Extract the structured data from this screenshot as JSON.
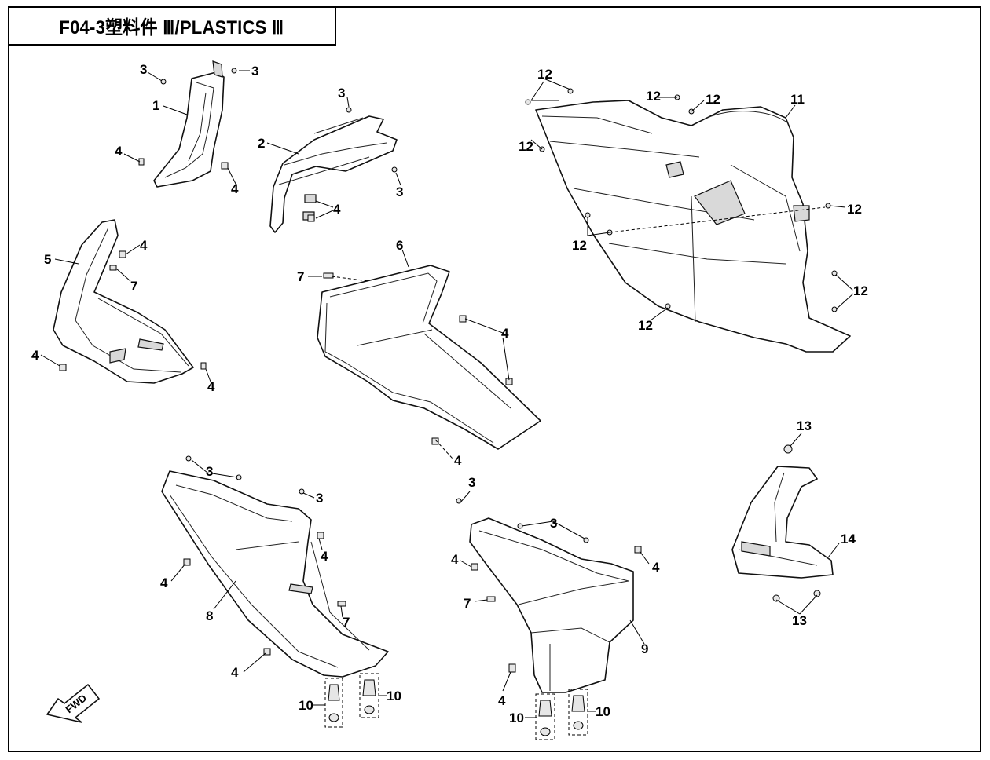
{
  "header": {
    "title": "F04-3塑料件 Ⅲ/PLASTICS Ⅲ"
  },
  "direction_marker": {
    "label": "FWD"
  },
  "callouts": {
    "c1": "1",
    "c2": "2",
    "c3a": "3",
    "c3b": "3",
    "c3c": "3",
    "c3d": "3",
    "c3e": "3",
    "c3f": "3",
    "c3g": "3",
    "c3h": "3",
    "c4a": "4",
    "c4b": "4",
    "c4c": "4",
    "c4d": "4",
    "c4e": "4",
    "c4f": "4",
    "c4g": "4",
    "c4h": "4",
    "c4i": "4",
    "c4j": "4",
    "c4k": "4",
    "c4l": "4",
    "c4m": "4",
    "c4n": "4",
    "c5": "5",
    "c6": "6",
    "c7a": "7",
    "c7b": "7",
    "c7c": "7",
    "c7d": "7",
    "c8": "8",
    "c9": "9",
    "c10a": "10",
    "c10b": "10",
    "c10c": "10",
    "c10d": "10",
    "c11": "11",
    "c12a": "12",
    "c12b": "12",
    "c12c": "12",
    "c12d": "12",
    "c12e": "12",
    "c12f": "12",
    "c12g": "12",
    "c12h": "12",
    "c13a": "13",
    "c13b": "13",
    "c14": "14"
  }
}
